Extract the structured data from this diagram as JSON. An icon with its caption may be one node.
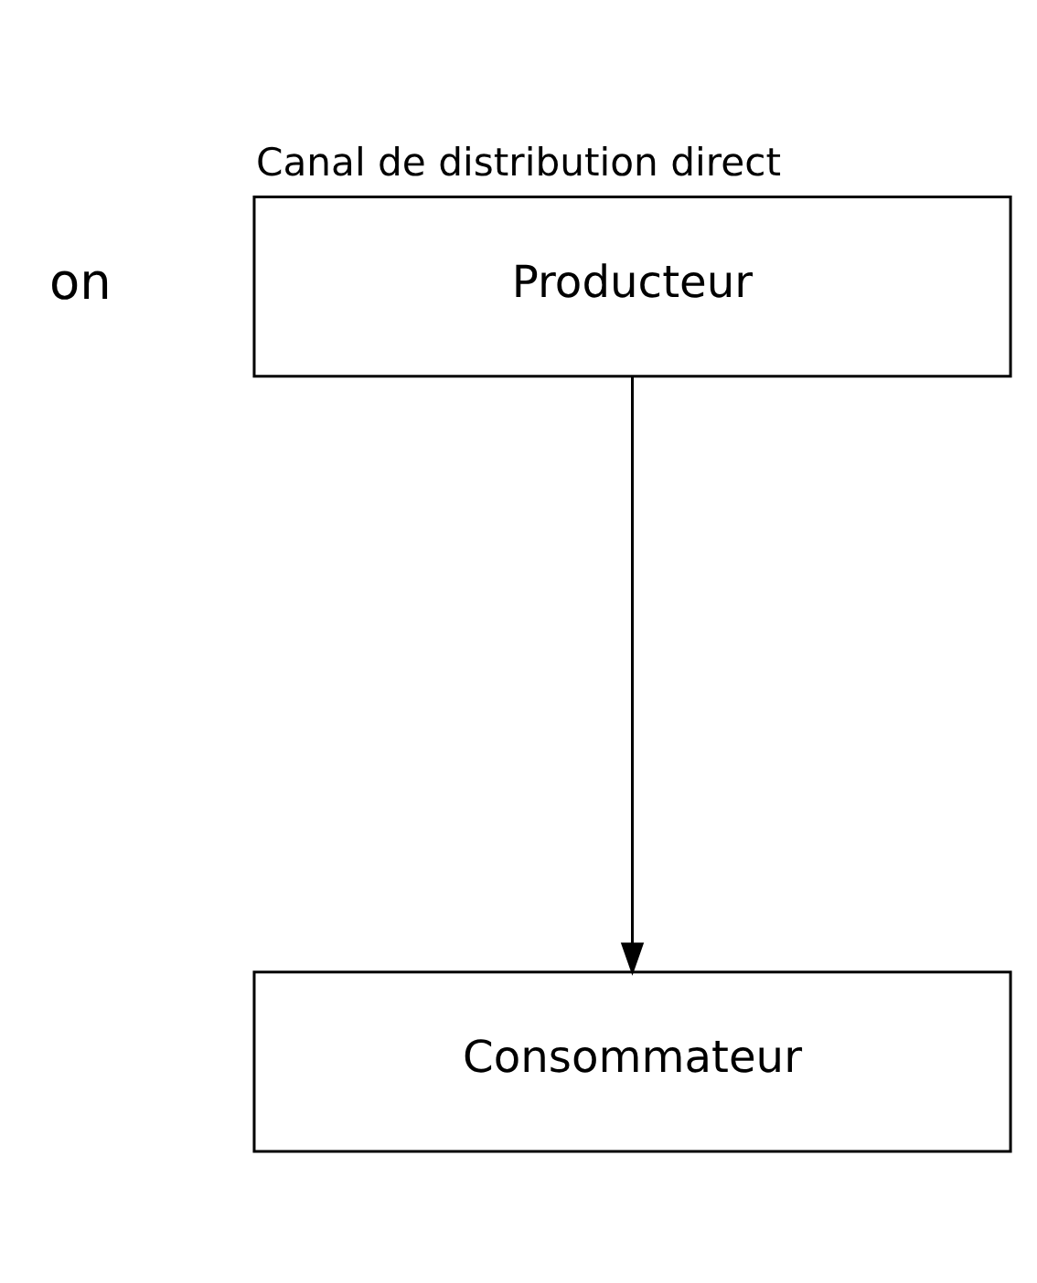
{
  "diagram": {
    "title": "Canal de distribution direct",
    "nodes": [
      {
        "text": [
          "Producteur"
        ]
      },
      {
        "text": [
          "Consommateur"
        ]
      }
    ],
    "edges": [
      {
        "from": 0,
        "to": 1,
        "arrow": "to"
      }
    ],
    "labels": [
      "on"
    ]
  }
}
